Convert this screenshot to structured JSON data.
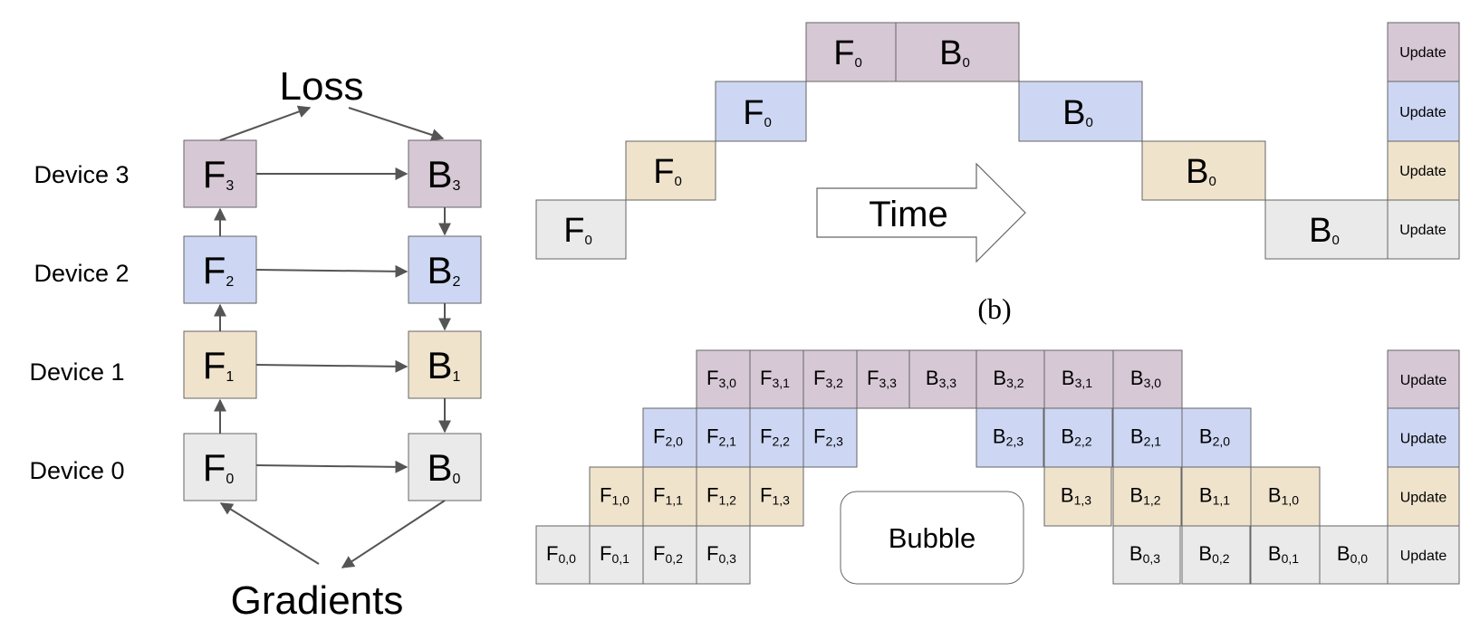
{
  "colors": {
    "device3": "#d6c8d5",
    "device2": "#cdd7f3",
    "device1": "#f0e3cc",
    "device0": "#eaeaea",
    "border": "#666666",
    "arrow": "#555555"
  },
  "panel_a": {
    "loss": "Loss",
    "gradients": "Gradients",
    "devices": [
      {
        "label": "Device 3",
        "forward": "F",
        "backward": "B",
        "sub": "3"
      },
      {
        "label": "Device 2",
        "forward": "F",
        "backward": "B",
        "sub": "2"
      },
      {
        "label": "Device 1",
        "forward": "F",
        "backward": "B",
        "sub": "1"
      },
      {
        "label": "Device 0",
        "forward": "F",
        "backward": "B",
        "sub": "0"
      }
    ]
  },
  "panel_b": {
    "caption": "(b)",
    "time_label": "Time",
    "forward": {
      "letter": "F",
      "sub": "0"
    },
    "backward": {
      "letter": "B",
      "sub": "0"
    },
    "update_label": "Update"
  },
  "panel_c": {
    "bubble_label": "Bubble",
    "update_label": "Update",
    "rows": [
      {
        "device": "3",
        "forward": [
          [
            "F",
            "3,0"
          ],
          [
            "F",
            "3,1"
          ],
          [
            "F",
            "3,2"
          ],
          [
            "F",
            "3,3"
          ]
        ],
        "backward": [
          [
            "B",
            "3,3"
          ],
          [
            "B",
            "3,2"
          ],
          [
            "B",
            "3,1"
          ],
          [
            "B",
            "3,0"
          ]
        ]
      },
      {
        "device": "2",
        "forward": [
          [
            "F",
            "2,0"
          ],
          [
            "F",
            "2,1"
          ],
          [
            "F",
            "2,2"
          ],
          [
            "F",
            "2,3"
          ]
        ],
        "backward": [
          [
            "B",
            "2,3"
          ],
          [
            "B",
            "2,2"
          ],
          [
            "B",
            "2,1"
          ],
          [
            "B",
            "2,0"
          ]
        ]
      },
      {
        "device": "1",
        "forward": [
          [
            "F",
            "1,0"
          ],
          [
            "F",
            "1,1"
          ],
          [
            "F",
            "1,2"
          ],
          [
            "F",
            "1,3"
          ]
        ],
        "backward": [
          [
            "B",
            "1,3"
          ],
          [
            "B",
            "1,2"
          ],
          [
            "B",
            "1,1"
          ],
          [
            "B",
            "1,0"
          ]
        ]
      },
      {
        "device": "0",
        "forward": [
          [
            "F",
            "0,0"
          ],
          [
            "F",
            "0,1"
          ],
          [
            "F",
            "0,2"
          ],
          [
            "F",
            "0,3"
          ]
        ],
        "backward": [
          [
            "B",
            "0,3"
          ],
          [
            "B",
            "0,2"
          ],
          [
            "B",
            "0,1"
          ],
          [
            "B",
            "0,0"
          ]
        ]
      }
    ]
  }
}
